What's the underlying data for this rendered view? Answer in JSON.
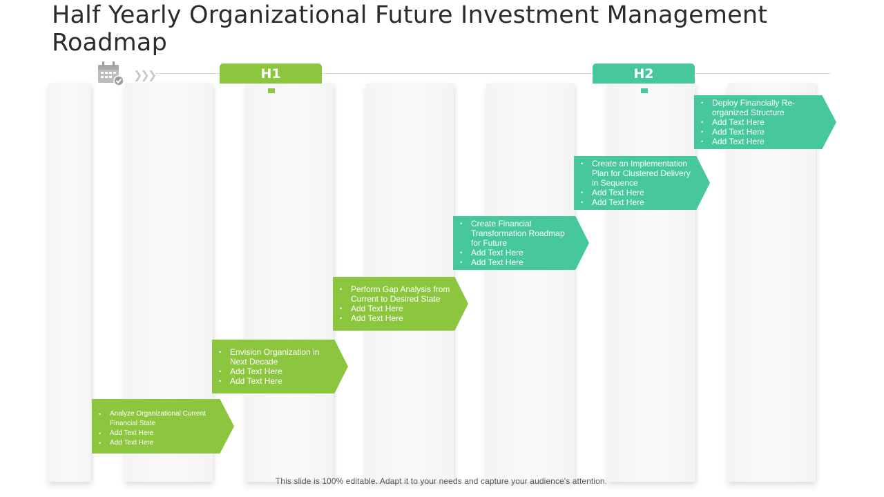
{
  "title": "Half Yearly Organizational Future Investment Management Roadmap",
  "half_labels": {
    "h1": "H1",
    "h2": "H2"
  },
  "colors": {
    "green": "#8cc63e",
    "teal": "#46c89a",
    "column": "#f6f6f6"
  },
  "icons": {
    "calendar": "calendar-check-icon",
    "chevrons": "triple-chevron-right-icon"
  },
  "steps": [
    {
      "items": [
        "Analyze Organizational Current Financial State",
        "Add Text Here",
        "Add Text Here"
      ]
    },
    {
      "items": [
        "Envision Organization in Next Decade",
        "Add Text Here",
        "Add Text Here"
      ]
    },
    {
      "items": [
        "Perform Gap Analysis from Current to Desired State",
        "Add Text Here",
        "Add Text Here"
      ]
    },
    {
      "items": [
        "Create Financial Transformation Roadmap for Future",
        "Add Text Here",
        "Add Text Here"
      ]
    },
    {
      "items": [
        "Create an Implementation Plan for Clustered Delivery in Sequence",
        "Add Text Here",
        "Add Text Here"
      ]
    },
    {
      "items": [
        "Deploy Financially Re-organized Structure",
        "Add Text Here",
        "Add Text Here",
        "Add Text Here"
      ]
    }
  ],
  "footer": "This slide is 100% editable. Adapt it to your needs and capture your audience's attention."
}
